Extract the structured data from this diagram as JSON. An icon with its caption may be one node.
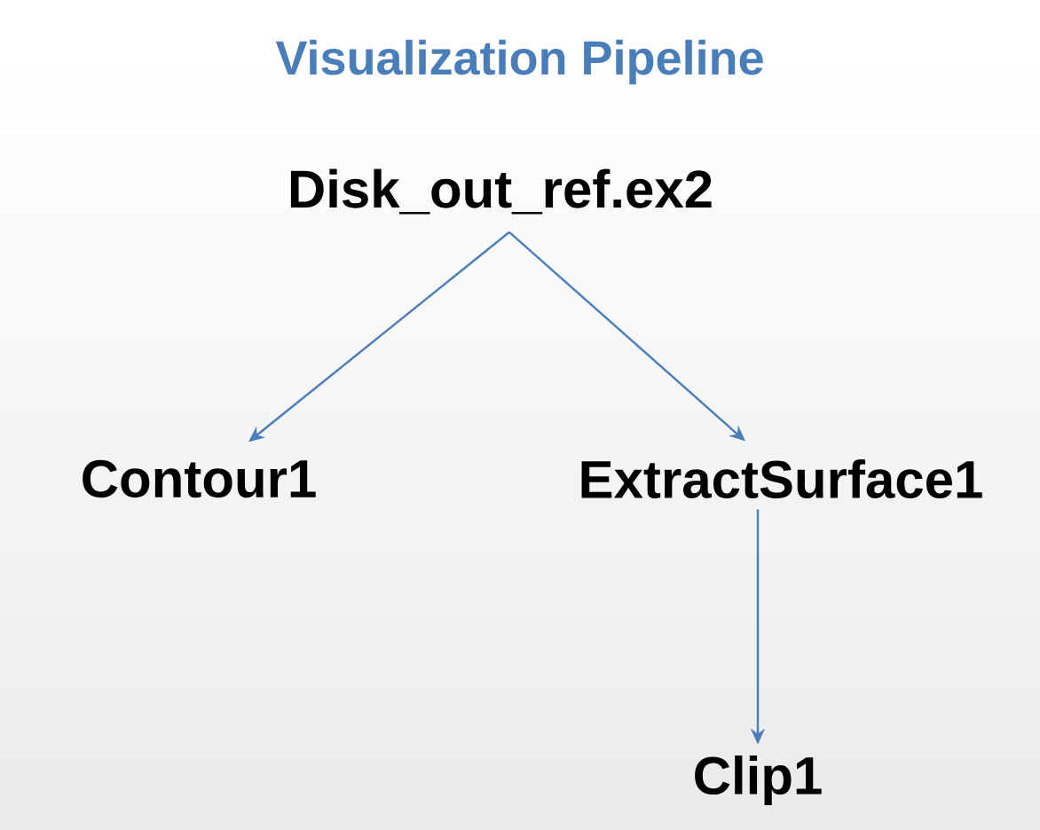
{
  "diagram": {
    "title": "Visualization Pipeline",
    "nodes": [
      {
        "text": [
          "Disk_out_ref.ex2"
        ]
      },
      {
        "text": [
          "Contour1"
        ]
      },
      {
        "text": [
          "ExtractSurface1"
        ]
      },
      {
        "text": [
          "Clip1"
        ]
      }
    ],
    "edges": [
      {
        "from": 0,
        "to": 1,
        "arrow": "to"
      },
      {
        "from": 0,
        "to": 2,
        "arrow": "to"
      },
      {
        "from": 2,
        "to": 3,
        "arrow": "to"
      }
    ]
  }
}
